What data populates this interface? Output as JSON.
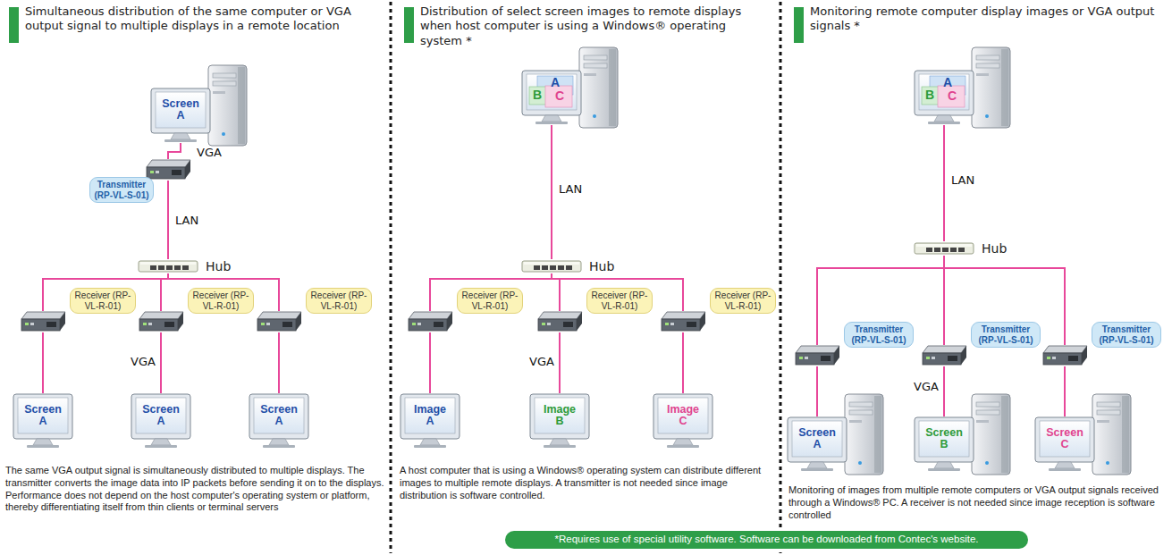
{
  "diagram": {
    "nodes": [
      {
        "text": [
          "Screen A"
        ]
      },
      {
        "text": [
          "Transmitter (RP-VL-S-01)"
        ]
      },
      {
        "text": [
          "Hub"
        ]
      },
      {
        "text": [
          "Receiver (RP-VL-R-01)"
        ]
      },
      {
        "text": [
          "Receiver (RP-VL-R-01)"
        ]
      },
      {
        "text": [
          "Receiver (RP-VL-R-01)"
        ]
      },
      {
        "text": [
          "Screen A"
        ]
      },
      {
        "text": [
          "Screen A"
        ]
      },
      {
        "text": [
          "Screen A"
        ]
      },
      {
        "text": [
          "A",
          "B",
          "C"
        ]
      },
      {
        "text": [
          "Hub"
        ]
      },
      {
        "text": [
          "Receiver (RP-VL-R-01)"
        ]
      },
      {
        "text": [
          "Receiver (RP-VL-R-01)"
        ]
      },
      {
        "text": [
          "Receiver (RP-VL-R-01)"
        ]
      },
      {
        "text": [
          "Image A"
        ]
      },
      {
        "text": [
          "Image B"
        ]
      },
      {
        "text": [
          "Image C"
        ]
      },
      {
        "text": [
          "A",
          "B",
          "C"
        ]
      },
      {
        "text": [
          "Hub"
        ]
      },
      {
        "text": [
          "Transmitter (RP-VL-S-01)"
        ]
      },
      {
        "text": [
          "Transmitter (RP-VL-S-01)"
        ]
      },
      {
        "text": [
          "Transmitter (RP-VL-S-01)"
        ]
      },
      {
        "text": [
          "Screen A"
        ]
      },
      {
        "text": [
          "Screen B"
        ]
      },
      {
        "text": [
          "Screen C"
        ]
      },
      {
        "text": [
          "*Requires use of special utility software. Software can be downloaded from Contec's website."
        ]
      }
    ],
    "edges": [
      {
        "from": 0,
        "to": 1,
        "arrow": "none",
        "label": "VGA"
      },
      {
        "from": 1,
        "to": 2,
        "arrow": "none",
        "label": "LAN"
      },
      {
        "from": 2,
        "to": 3,
        "arrow": "none"
      },
      {
        "from": 2,
        "to": 4,
        "arrow": "none"
      },
      {
        "from": 2,
        "to": 5,
        "arrow": "none"
      },
      {
        "from": 3,
        "to": 6,
        "arrow": "none"
      },
      {
        "from": 4,
        "to": 7,
        "arrow": "none",
        "label": "VGA"
      },
      {
        "from": 5,
        "to": 8,
        "arrow": "none"
      },
      {
        "from": 9,
        "to": 10,
        "arrow": "none",
        "label": "LAN"
      },
      {
        "from": 10,
        "to": 11,
        "arrow": "none"
      },
      {
        "from": 10,
        "to": 12,
        "arrow": "none"
      },
      {
        "from": 10,
        "to": 13,
        "arrow": "none"
      },
      {
        "from": 11,
        "to": 14,
        "arrow": "none"
      },
      {
        "from": 12,
        "to": 15,
        "arrow": "none",
        "label": "VGA"
      },
      {
        "from": 13,
        "to": 16,
        "arrow": "none"
      },
      {
        "from": 17,
        "to": 18,
        "arrow": "none",
        "label": "LAN"
      },
      {
        "from": 18,
        "to": 19,
        "arrow": "none"
      },
      {
        "from": 18,
        "to": 20,
        "arrow": "none"
      },
      {
        "from": 18,
        "to": 21,
        "arrow": "none"
      },
      {
        "from": 19,
        "to": 22,
        "arrow": "none"
      },
      {
        "from": 20,
        "to": 23,
        "arrow": "none",
        "label": "VGA"
      },
      {
        "from": 21,
        "to": 24,
        "arrow": "none"
      }
    ],
    "labels": [
      "Simultaneous distribution of the same computer or VGA output signal to multiple displays in a remote location",
      "Distribution of select screen images to remote displays when host computer is using a Windows® operating system *",
      "Monitoring remote computer display images or VGA output signals *",
      "The same VGA output signal is simultaneously distributed to multiple displays. The transmitter converts the image data into IP packets before sending it on to the displays. Performance does not depend on the host computer's operating system or platform, thereby differentiating itself from thin clients or terminal servers",
      "A host computer that is using a Windows® operating system can distribute different images to multiple remote displays. A transmitter is not needed since image distribution is software controlled.",
      "Monitoring of images from multiple remote computers or VGA output signals received through a Windows® PC. A receiver is not needed since image reception is software controlled"
    ]
  }
}
